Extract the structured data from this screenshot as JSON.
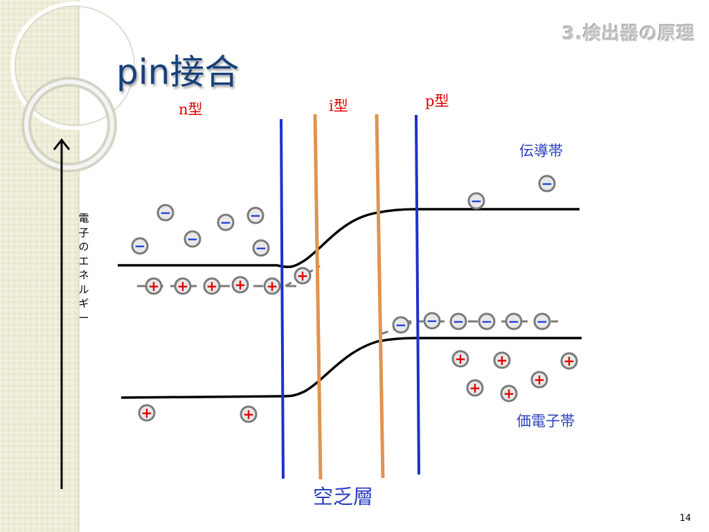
{
  "header": {
    "section_title": "3.検出器の原理"
  },
  "slide": {
    "title": "pin接合",
    "page_number": "14"
  },
  "diagram": {
    "regions": {
      "n": "n型",
      "i": "i型",
      "p": "p型"
    },
    "bands": {
      "conduction": "伝導帯",
      "valence": "価電子帯"
    },
    "depletion_label": "空乏層",
    "axis_label": "電子のエネルギー",
    "carriers": {
      "electron_symbol": "−",
      "hole_symbol": "+",
      "electron_color": "#1a3fd6",
      "hole_color": "#e00000"
    },
    "colors": {
      "junction_boundary": "#1f2fcc",
      "intrinsic_boundary": "#e09450",
      "band_edge": "#000000",
      "fermi_level": "#7a7a7a"
    }
  }
}
